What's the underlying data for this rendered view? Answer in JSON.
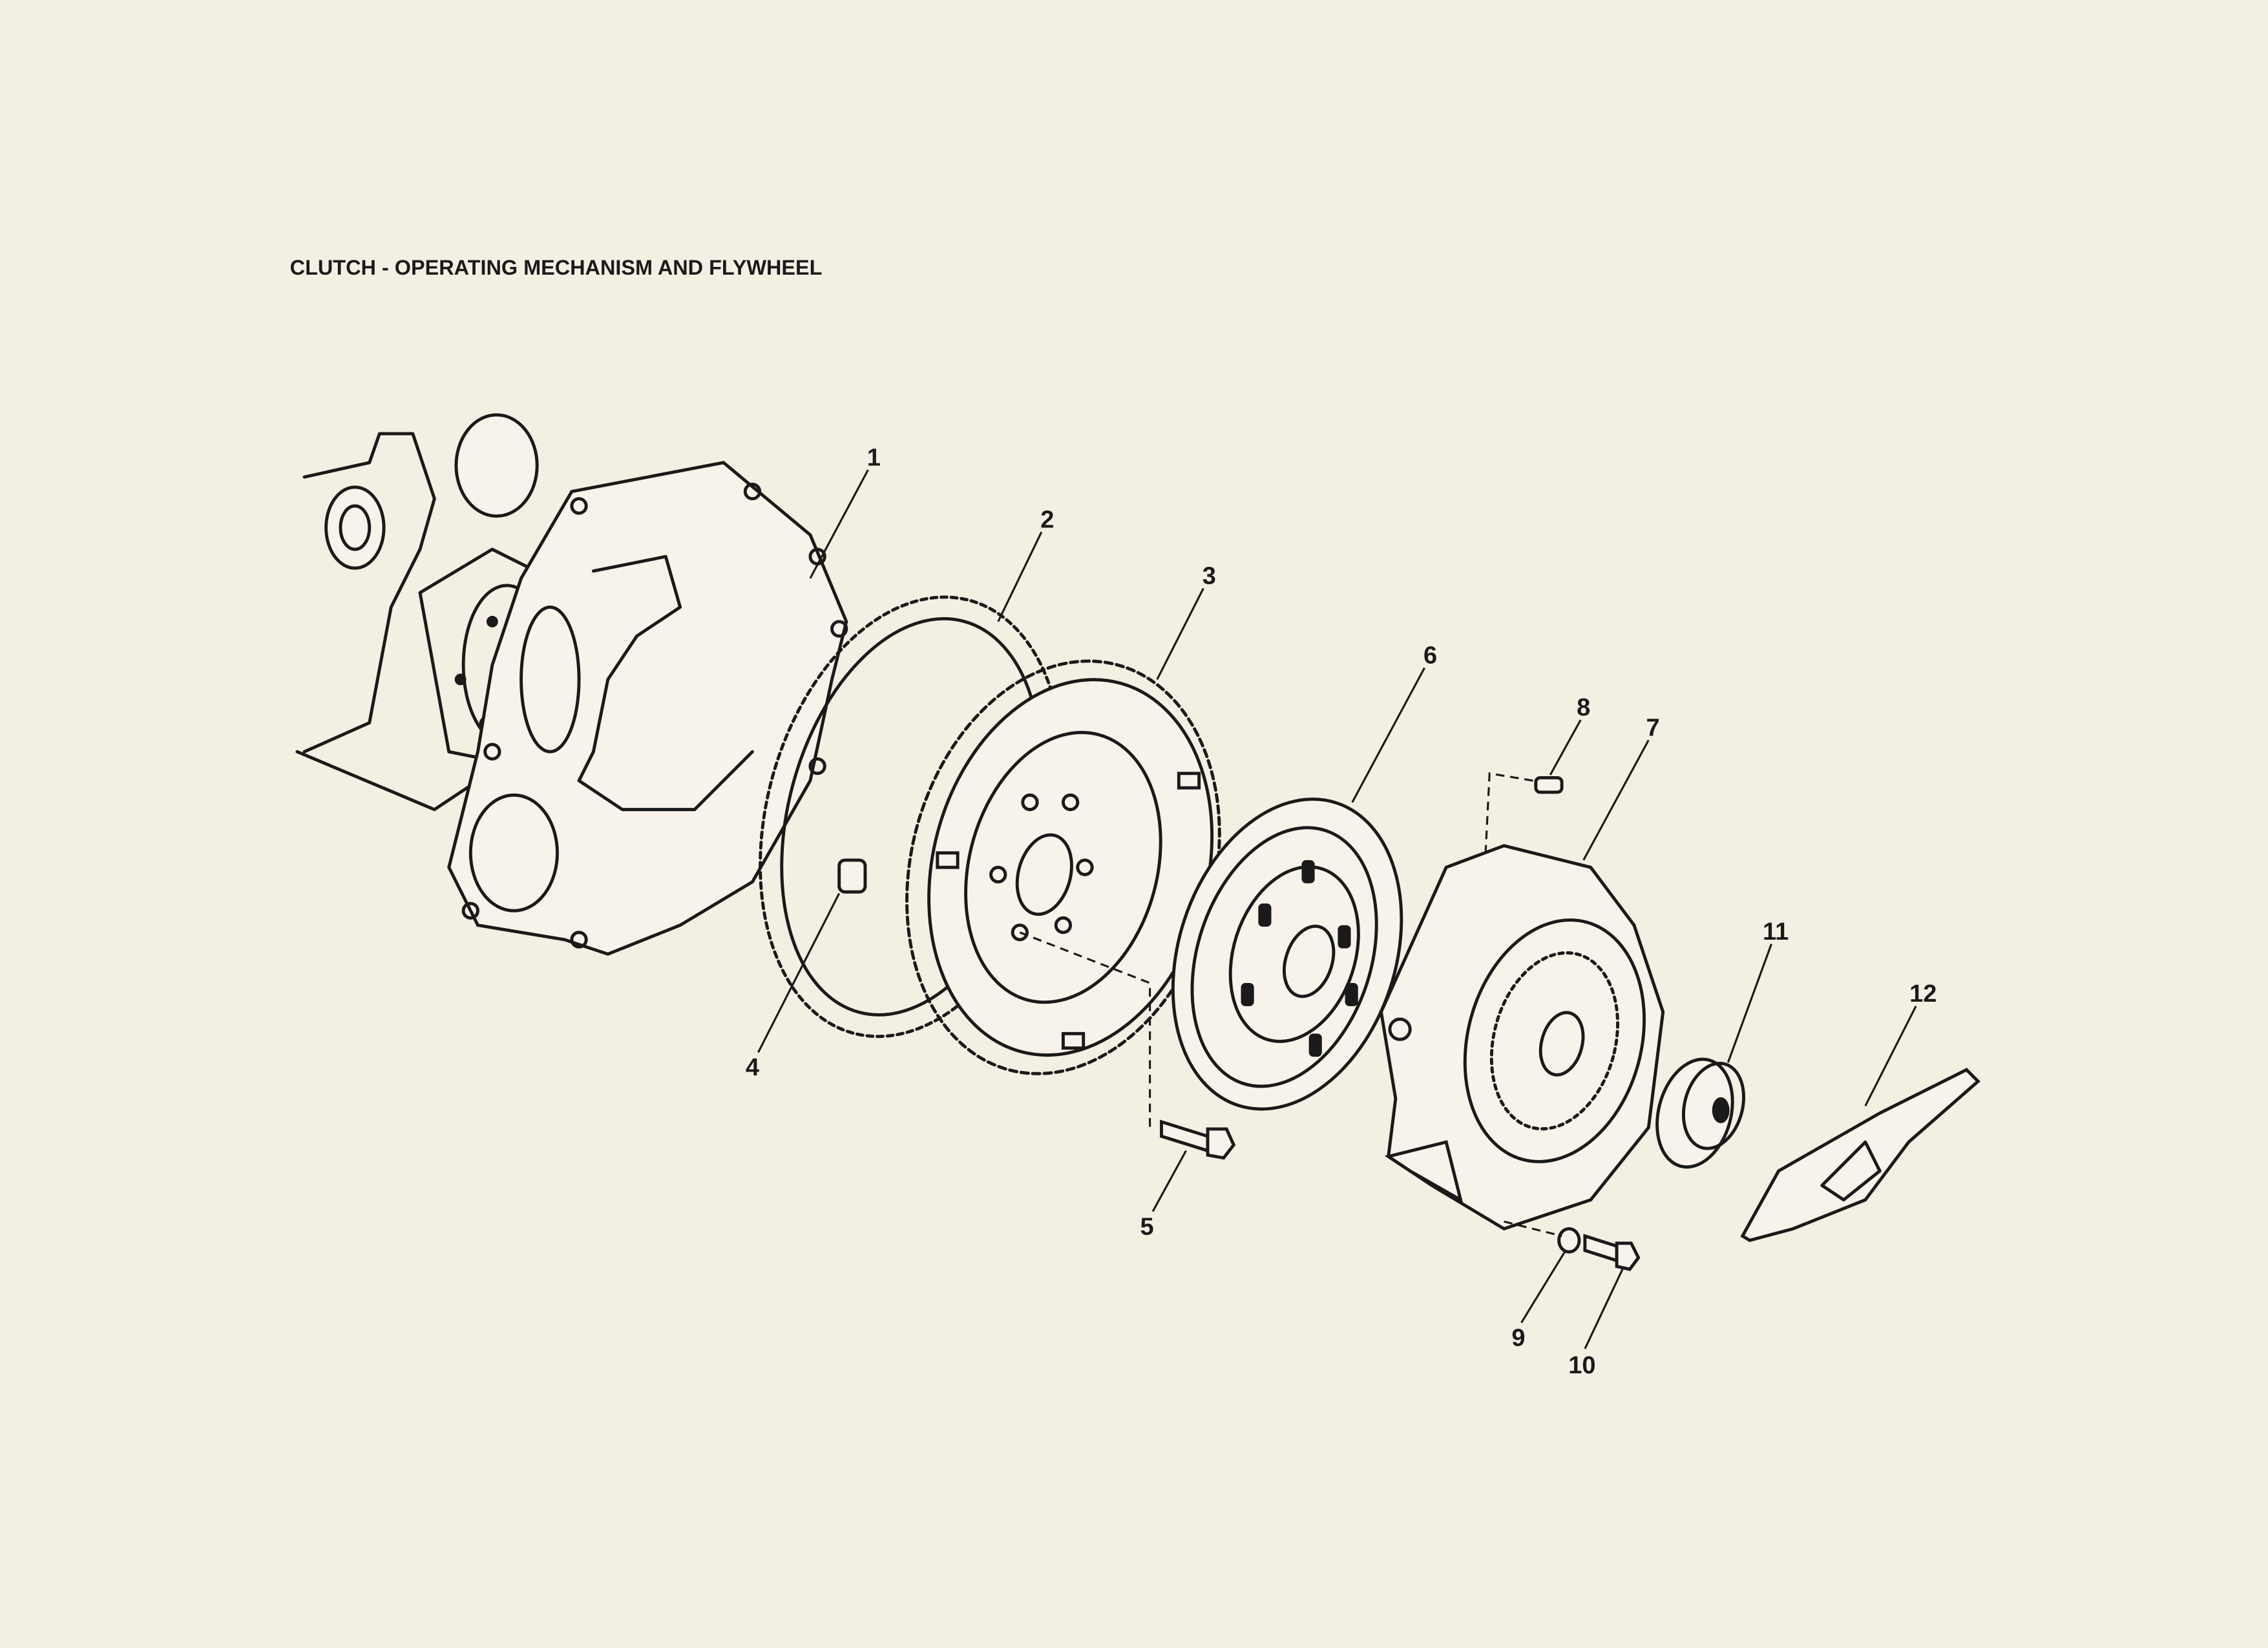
{
  "title": "CLUTCH - OPERATING MECHANISM AND FLYWHEEL",
  "callouts": [
    {
      "number": "1",
      "part": "gasket-plate"
    },
    {
      "number": "2",
      "part": "starter-ring-gear"
    },
    {
      "number": "3",
      "part": "flywheel"
    },
    {
      "number": "4",
      "part": "dowel"
    },
    {
      "number": "5",
      "part": "flywheel-bolt"
    },
    {
      "number": "6",
      "part": "clutch-disc"
    },
    {
      "number": "7",
      "part": "pressure-plate-cover"
    },
    {
      "number": "8",
      "part": "dowel-pin"
    },
    {
      "number": "9",
      "part": "washer"
    },
    {
      "number": "10",
      "part": "cover-bolt"
    },
    {
      "number": "11",
      "part": "release-bearing"
    },
    {
      "number": "12",
      "part": "release-fork"
    }
  ],
  "colors": {
    "paper": "#f4efe3",
    "ink": "#1a1a1a"
  }
}
